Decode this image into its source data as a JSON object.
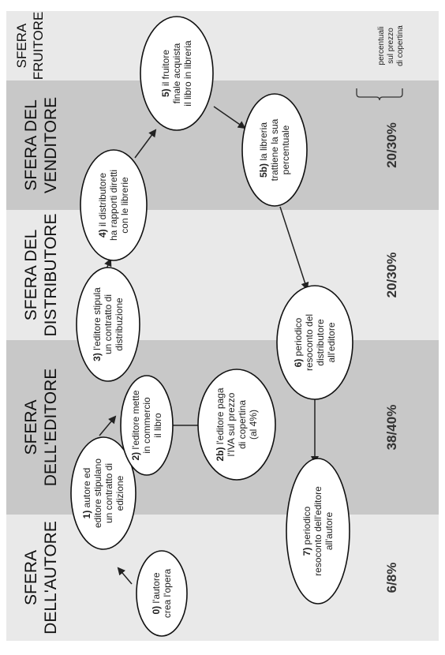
{
  "colors": {
    "light_band": "#e9e9e9",
    "dark_band": "#c8c8c8",
    "ink": "#222222"
  },
  "spheres": [
    {
      "id": "fruitore",
      "line1": "SFERA",
      "line2": "FRUITORE",
      "shade": "light",
      "percent": ""
    },
    {
      "id": "venditore",
      "line1": "SFERA DEL",
      "line2": "VENDITORE",
      "shade": "dark",
      "percent": "20/30%"
    },
    {
      "id": "distributore",
      "line1": "SFERA DEL",
      "line2": "DISTRIBUTORE",
      "shade": "light",
      "percent": "20/30%"
    },
    {
      "id": "editore",
      "line1": "SFERA",
      "line2": "DELL'EDITORE",
      "shade": "dark",
      "percent": "38/40%"
    },
    {
      "id": "autore",
      "line1": "SFERA",
      "line2": "DELL'AUTORE",
      "shade": "light",
      "percent": "6/8%"
    }
  ],
  "percent_header": [
    "percentuali",
    "sul prezzo",
    "di copertina"
  ],
  "steps": [
    {
      "id": "s0",
      "num": "0)",
      "lines": [
        "l'autore",
        "crea l'opera"
      ]
    },
    {
      "id": "s1",
      "num": "1)",
      "lines": [
        "autore ed",
        "editore stipulano",
        "un contratto di",
        "edizione"
      ]
    },
    {
      "id": "s2",
      "num": "2)",
      "lines": [
        "l'editore mette",
        "in commercio",
        "il libro"
      ]
    },
    {
      "id": "s2b",
      "num": "2b)",
      "lines": [
        "l'editore paga",
        "l'IVA sul prezzo",
        "di copertina",
        "(al 4%)"
      ]
    },
    {
      "id": "s3",
      "num": "3)",
      "lines": [
        "l'editore stipula",
        "un contratto di",
        "distribuzione"
      ]
    },
    {
      "id": "s4",
      "num": "4)",
      "lines": [
        "il distributore",
        "ha rapporti diretti",
        "con le librerie"
      ]
    },
    {
      "id": "s5",
      "num": "5)",
      "lines": [
        "il fruitore",
        "finale acquista",
        "il libro in libreria"
      ]
    },
    {
      "id": "s5b",
      "num": "5b)",
      "lines": [
        "la libreria",
        "trattiene la sua",
        "percentuale"
      ]
    },
    {
      "id": "s6",
      "num": "6)",
      "lines": [
        "periodico",
        "resoconto del",
        "distributore",
        "all'editore"
      ]
    },
    {
      "id": "s7",
      "num": "7)",
      "lines": [
        "periodico",
        "resoconto dell'editore",
        "all'autore"
      ]
    }
  ]
}
